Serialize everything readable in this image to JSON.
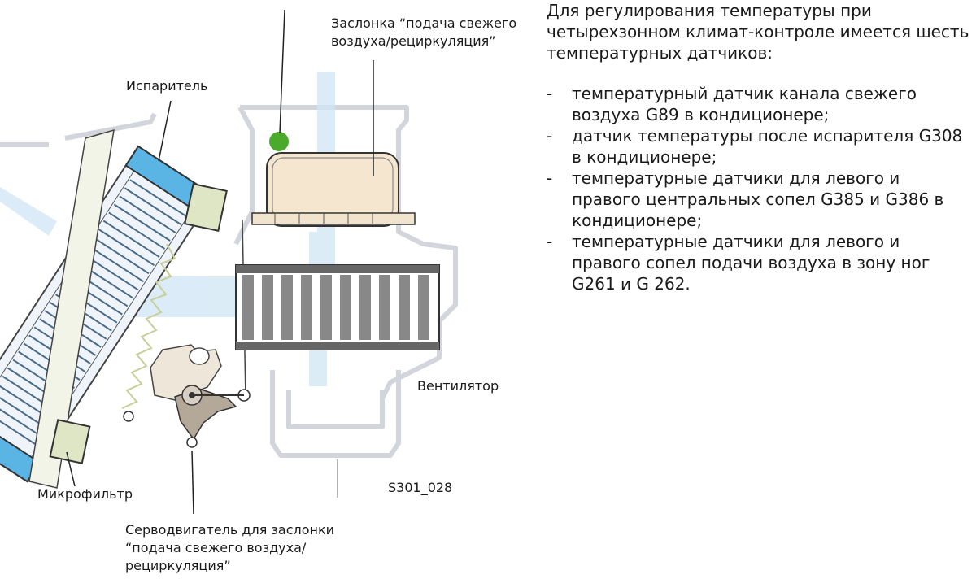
{
  "diagram": {
    "labels": {
      "damper": "Заслонка “подача свежего\nвоздуха/рециркуляция”",
      "evaporator": "Испаритель",
      "fan": "Вентилятор",
      "figure_id": "S301_028",
      "microfilter": "Микрофильтр",
      "servo": "Серводвигатель для заслонки\n“подача свежего воздуха/\nрециркуляция”"
    },
    "colors": {
      "evaporator_blue": "#5ab4e4",
      "airflow": "#cfe6f5",
      "filter": "#dfe6c5",
      "damper": "#f5e6d0",
      "sensor": "#4aaa2c",
      "housing": "#d2d6dc"
    }
  },
  "text": {
    "intro": "Для регулирования температуры при четырехзонном климат-контроле имеется шесть температурных датчиков:",
    "items": [
      "температурный датчик канала свежего воздуха G89 в кондиционере;",
      "датчик температуры после испарителя G308 в кондиционере;",
      "температурные датчики для левого и правого центральных сопел G385 и G386 в кондиционере;",
      "температурные датчики для левого и правого сопел подачи воздуха в зону ног G261 и G 262."
    ]
  }
}
